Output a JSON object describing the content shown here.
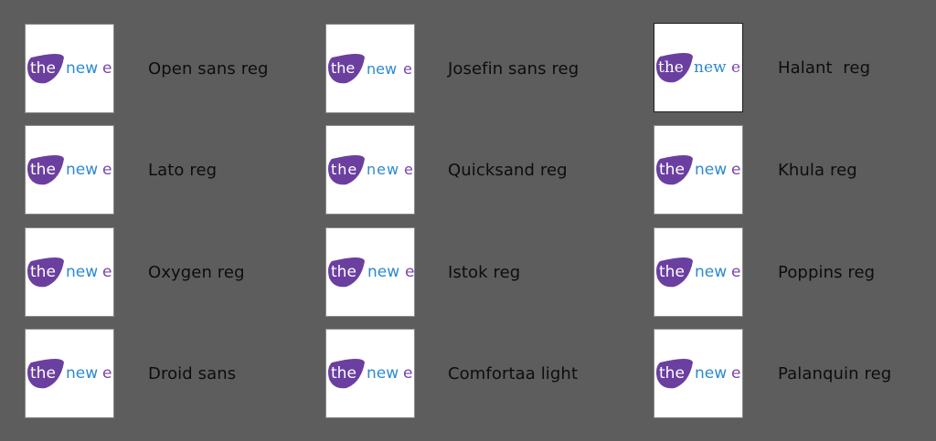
{
  "colors": {
    "background": "#5d5d5d",
    "tile": "#ffffff",
    "blob_purple": "#6b3fa0",
    "new_blue": "#2c8ad0",
    "e_purple": "#7a45a8",
    "label_text": "#0d0d0d"
  },
  "logo": {
    "word1": "the",
    "word2": "new",
    "word3": "e"
  },
  "fonts": [
    {
      "label": "Open sans reg",
      "selected": false
    },
    {
      "label": "Josefin sans reg",
      "selected": false
    },
    {
      "label": "Halant  reg",
      "selected": true
    },
    {
      "label": "Lato reg",
      "selected": false
    },
    {
      "label": "Quicksand reg",
      "selected": false
    },
    {
      "label": "Khula reg",
      "selected": false
    },
    {
      "label": "Oxygen reg",
      "selected": false
    },
    {
      "label": "Istok reg",
      "selected": false
    },
    {
      "label": "Poppins reg",
      "selected": false
    },
    {
      "label": "Droid sans",
      "selected": false
    },
    {
      "label": "Comfortaa light",
      "selected": false
    },
    {
      "label": "Palanquin reg",
      "selected": false
    }
  ]
}
